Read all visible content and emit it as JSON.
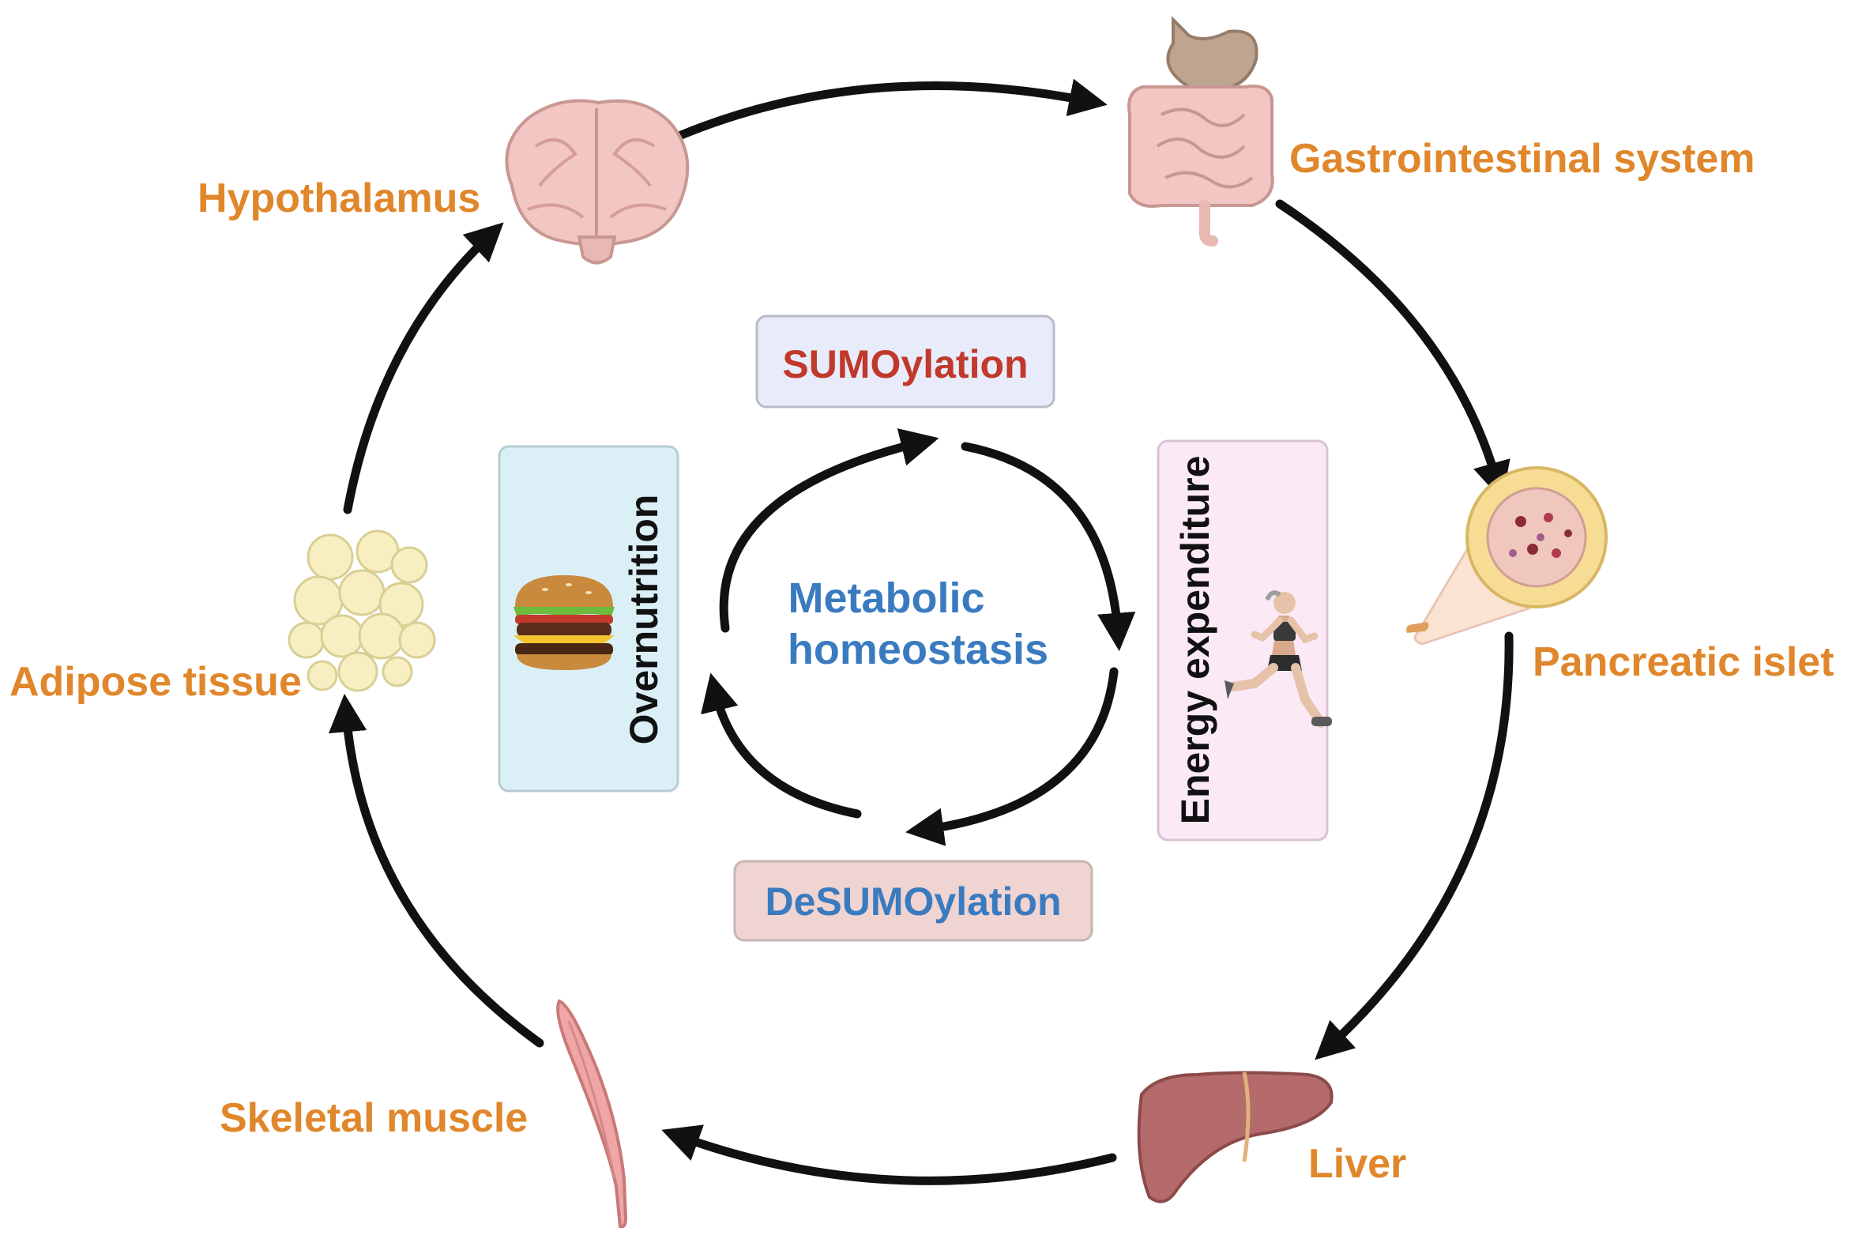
{
  "organs": {
    "hypothalamus": "Hypothalamus",
    "gastrointestinal": "Gastrointestinal system",
    "pancreatic_islet": "Pancreatic islet",
    "liver": "Liver",
    "skeletal_muscle": "Skeletal muscle",
    "adipose_tissue": "Adipose tissue"
  },
  "center": {
    "line1": "Metabolic",
    "line2": "homeostasis"
  },
  "boxes": {
    "sumoylation": "SUMOylation",
    "desumoylation": "DeSUMOylation",
    "overnutrition": "Overnutrition",
    "energy_expenditure": "Energy expenditure"
  },
  "colors": {
    "organ_label": "#e0872b",
    "center_text": "#3a7bc0",
    "sumoylation_text": "#c0392b",
    "desumoylation_text": "#3a7bc0",
    "sumoylation_box": "#e8ecfa",
    "desumoylation_box": "#efd4d2",
    "overnutrition_box": "#dbeff6",
    "energy_box": "#fbe9f5",
    "arrow": "#111111"
  },
  "icons": [
    "brain-icon",
    "digestive-system-icon",
    "pancreatic-islet-icon",
    "liver-icon",
    "skeletal-muscle-icon",
    "adipocytes-icon",
    "burger-icon",
    "runner-icon"
  ]
}
